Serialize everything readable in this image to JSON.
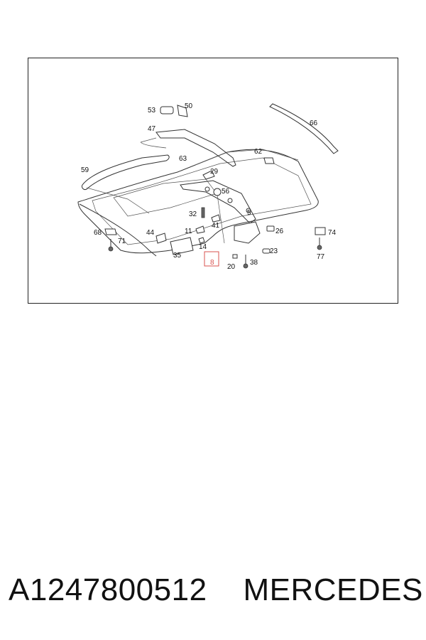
{
  "diagram": {
    "callouts": [
      {
        "id": "53",
        "text": "53"
      },
      {
        "id": "50",
        "text": "50"
      },
      {
        "id": "66",
        "text": "66"
      },
      {
        "id": "47",
        "text": "47"
      },
      {
        "id": "62",
        "text": "62"
      },
      {
        "id": "63",
        "text": "63"
      },
      {
        "id": "59",
        "text": "59"
      },
      {
        "id": "29",
        "text": "29"
      },
      {
        "id": "56",
        "text": "56"
      },
      {
        "id": "5",
        "text": "5"
      },
      {
        "id": "32",
        "text": "32"
      },
      {
        "id": "41",
        "text": "41"
      },
      {
        "id": "11",
        "text": "11"
      },
      {
        "id": "68",
        "text": "68"
      },
      {
        "id": "44",
        "text": "44"
      },
      {
        "id": "71",
        "text": "71"
      },
      {
        "id": "26",
        "text": "26"
      },
      {
        "id": "74",
        "text": "74"
      },
      {
        "id": "14",
        "text": "14"
      },
      {
        "id": "35",
        "text": "35"
      },
      {
        "id": "8",
        "text": "8",
        "highlight": true
      },
      {
        "id": "23",
        "text": "23"
      },
      {
        "id": "77",
        "text": "77"
      },
      {
        "id": "20",
        "text": "20"
      },
      {
        "id": "38",
        "text": "38"
      }
    ],
    "highlight_color": "#d9534f"
  },
  "footer": {
    "part_number": "A1247800512",
    "brand": "MERCEDES"
  }
}
